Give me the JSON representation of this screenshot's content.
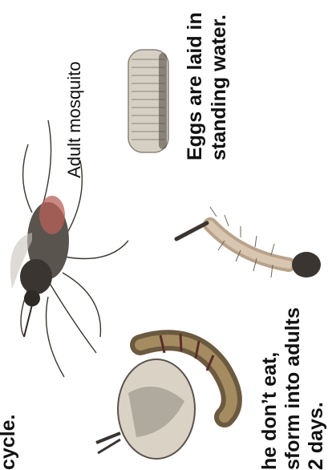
{
  "labels": {
    "adult": "Adult mosquito",
    "eggs_line1": "Eggs are laid in",
    "eggs_line2": "standing water.",
    "pupa_line1": "he don’t eat,",
    "pupa_line2": "sform into adults",
    "pupa_line3": "2 days.",
    "cycle_fragment": "cycle."
  },
  "icons": [
    "adult-mosquito-illustration",
    "egg-raft-illustration",
    "larva-illustration",
    "pupa-illustration"
  ],
  "colors": {
    "text": "#111111",
    "egg": "#c8bfb0",
    "body_dark": "#3a3530",
    "abdomen": "#b8605a",
    "larva": "#c9b29a",
    "pupa_band": "#7a6a50"
  }
}
